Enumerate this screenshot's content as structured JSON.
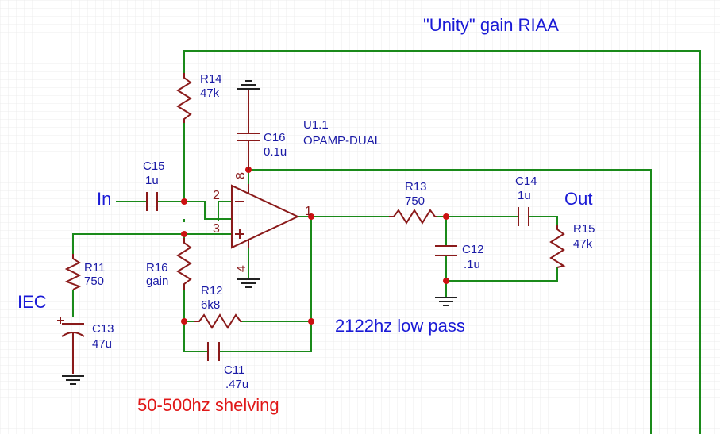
{
  "title": "\"Unity\" gain RIAA",
  "labels": {
    "in": "In",
    "out": "Out",
    "iec": "IEC",
    "low_pass": "2122hz low pass",
    "shelving": "50-500hz shelving"
  },
  "opamp": {
    "ref": "U1.1",
    "part": "OPAMP-DUAL",
    "pins": [
      "2",
      "3",
      "1",
      "8",
      "4"
    ],
    "in_minus": "−",
    "in_plus": "+"
  },
  "components": {
    "R14": {
      "ref": "R14",
      "value": "47k"
    },
    "C16": {
      "ref": "C16",
      "value": "0.1u"
    },
    "C15": {
      "ref": "C15",
      "value": "1u"
    },
    "R13": {
      "ref": "R13",
      "value": "750"
    },
    "C14": {
      "ref": "C14",
      "value": "1u"
    },
    "R15": {
      "ref": "R15",
      "value": "47k"
    },
    "C12": {
      "ref": "C12",
      "value": ".1u"
    },
    "R11": {
      "ref": "R11",
      "value": "750"
    },
    "C13": {
      "ref": "C13",
      "value": "47u"
    },
    "R16": {
      "ref": "R16",
      "value": "gain"
    },
    "R12": {
      "ref": "R12",
      "value": "6k8"
    },
    "C11": {
      "ref": "C11",
      "value": ".47u"
    }
  },
  "colors": {
    "wire": "#1a8a1a",
    "component": "#8a1a1a",
    "label": "#1a1aa6",
    "note": "#1a1ad6",
    "highlight": "#e01818",
    "grid": "#e8e8e8"
  }
}
